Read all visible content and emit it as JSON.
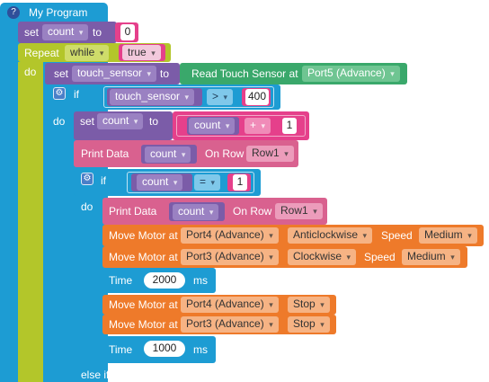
{
  "program": {
    "title": "My Program",
    "help_icon": "help-icon"
  },
  "set_count": {
    "set_label": "set",
    "var": "count",
    "to_label": "to",
    "value": "0"
  },
  "repeat": {
    "label": "Repeat",
    "mode": "while",
    "condition": "true",
    "do_label": "do"
  },
  "set_touch": {
    "set_label": "set",
    "var": "touch_sensor",
    "to_label": "to",
    "read_label": "Read Touch Sensor at",
    "port": "Port5 (Advance)"
  },
  "if1": {
    "if_label": "if",
    "var": "touch_sensor",
    "op": ">",
    "value": "400",
    "do_label": "do"
  },
  "set_count2": {
    "set_label": "set",
    "var": "count",
    "to_label": "to",
    "expr_var": "count",
    "op": "+",
    "value": "1"
  },
  "print1": {
    "label": "Print Data",
    "var": "count",
    "row_label": "On Row",
    "row": "Row1"
  },
  "if2": {
    "if_label": "if",
    "var": "count",
    "op": "=",
    "value": "1",
    "do_label": "do"
  },
  "print2": {
    "label": "Print Data",
    "var": "count",
    "row_label": "On Row",
    "row": "Row1"
  },
  "motor1": {
    "label": "Move Motor at",
    "port": "Port4 (Advance)",
    "direction": "Anticlockwise",
    "speed_label": "Speed",
    "speed": "Medium"
  },
  "motor2": {
    "label": "Move Motor at",
    "port": "Port3 (Advance)",
    "direction": "Clockwise",
    "speed_label": "Speed",
    "speed": "Medium"
  },
  "time1": {
    "label": "Time",
    "value": "2000",
    "unit": "ms"
  },
  "motor3": {
    "label": "Move Motor at",
    "port": "Port4 (Advance)",
    "action": "Stop"
  },
  "motor4": {
    "label": "Move Motor at",
    "port": "Port3 (Advance)",
    "action": "Stop"
  },
  "time2": {
    "label": "Time",
    "value": "1000",
    "unit": "ms"
  },
  "else_if": {
    "label": "else if"
  },
  "colors": {
    "control_blue": "#1d9cd3",
    "repeat_green": "#b3c62a",
    "variable_purple": "#7b5ca8",
    "operator_pink": "#e5408b",
    "sensor_green": "#3aa86b",
    "print_pink": "#d9618f",
    "motor_orange": "#ee7a2a"
  }
}
